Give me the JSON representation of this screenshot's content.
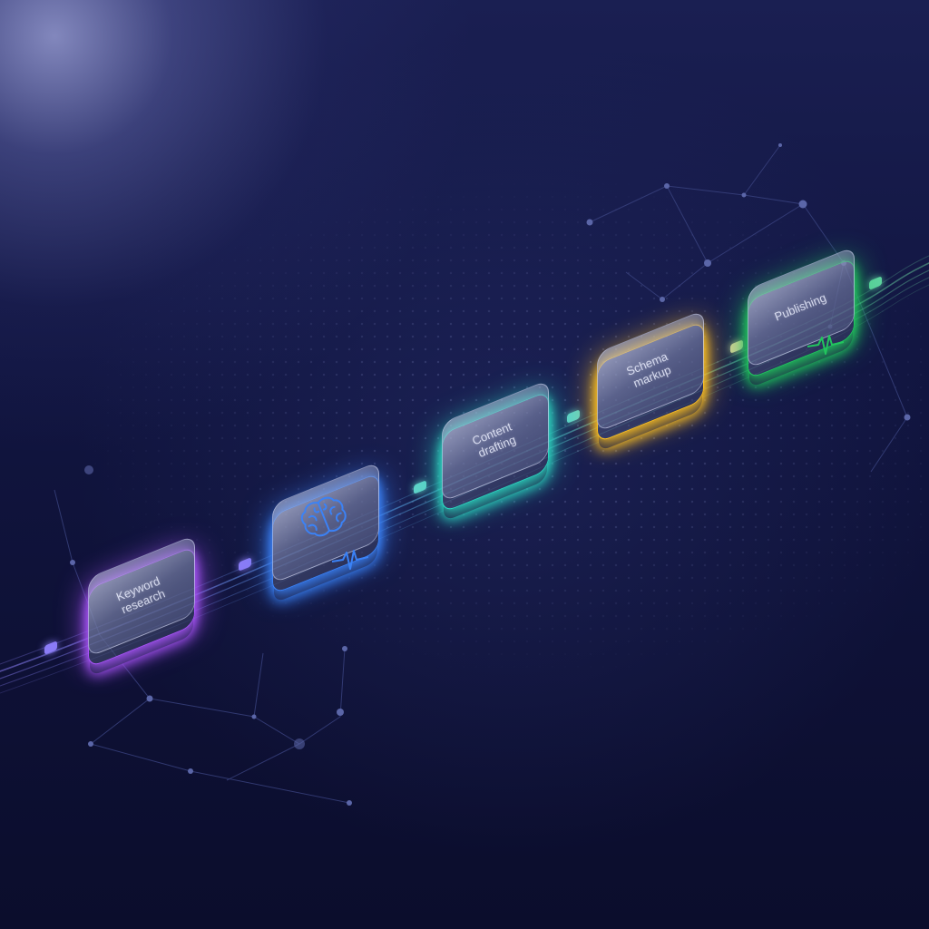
{
  "nodes": [
    {
      "id": "keyword-research",
      "label": "Keyword\nresearch",
      "color": "#a855f7"
    },
    {
      "id": "ai-brain",
      "label": "",
      "icon": "brain-icon",
      "color": "#3b82f6",
      "pulse": true
    },
    {
      "id": "content-drafting",
      "label": "Content\ndrafting",
      "color": "#2dd4bf"
    },
    {
      "id": "schema-markup",
      "label": "Schema\nmarkup",
      "color": "#fbbf24"
    },
    {
      "id": "publishing",
      "label": "Publishing",
      "color": "#22c55e",
      "pulse": true
    }
  ],
  "connector_chips": [
    {
      "color": "#8b7cf6"
    },
    {
      "color": "#8b7cf6"
    },
    {
      "color": "#5fd3c8"
    },
    {
      "color": "#5fd3c8"
    },
    {
      "color": "#d8d09a"
    },
    {
      "color": "#5fd3a0"
    }
  ],
  "colors": {
    "background": "#0d1030",
    "glow": "#aeb3eb",
    "network_lines": "#3a4380"
  }
}
